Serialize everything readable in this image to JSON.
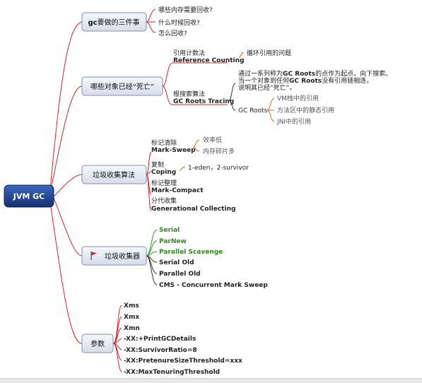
{
  "root": "JVM GC",
  "branches": {
    "gc_three": {
      "title_prefix": "gc",
      "title_rest": "要做的三件事",
      "items": [
        "哪些内存需要回收?",
        "什么时候回收?",
        "怎么回收?"
      ]
    },
    "dead_objects": {
      "title": "哪些对象已经“死亡”",
      "ref_count": {
        "cn": "引用计数法",
        "en": "Reference Counting",
        "problem": "循环引用的问题"
      },
      "reachability": {
        "desc_line1": [
          {
            "t": "通过一系列称为",
            "b": false
          },
          {
            "t": "GC Roots",
            "b": true
          },
          {
            "t": "的点作为起点，向下搜索。",
            "b": false
          }
        ],
        "desc_line2": [
          {
            "t": "当一个对象到任何",
            "b": false
          },
          {
            "t": "GC Roots",
            "b": true
          },
          {
            "t": "没有引用链相连，",
            "b": false
          }
        ],
        "desc_line3": "说明其已经“死亡”。",
        "cn": "根搜索算法",
        "en": "GC Roots Tracing",
        "gc_roots_label": "GC Roots",
        "gc_roots_items": [
          "VM栈中的引用",
          "方法区中的静态引用",
          "JNI中的引用"
        ]
      }
    },
    "algorithms": {
      "title": "垃圾收集算法",
      "mark_sweep": {
        "cn": "标记清除",
        "en": "Mark-Sweep",
        "notes": [
          "效率低",
          "内存碎片多"
        ]
      },
      "copying": {
        "cn": "复制",
        "en": "Coping",
        "note": "1-eden，2-survivor"
      },
      "mark_compact": {
        "cn": "标记整理",
        "en": "Mark-Compact"
      },
      "generational": {
        "cn": "分代收集",
        "en": "Generational Collecting"
      }
    },
    "collectors": {
      "title": "垃圾收集器",
      "icon": "red-flag-icon",
      "green_items": [
        "Serial",
        "ParNew",
        "Parallel Scavenge"
      ],
      "black_items": [
        "Serial Old",
        "Parallel Old",
        "CMS - Concurrent Mark Sweep"
      ]
    },
    "params": {
      "title": "参数",
      "items": [
        "Xms",
        "Xmx",
        "Xmn",
        "-XX:+PrintGCDetails",
        "-XX:SurvivorRatio=8",
        "-XX:PretenureSizeThreshold=xxx",
        "-XX:MaxTenuringThreshold"
      ]
    }
  },
  "colors": {
    "main_branch": "#d9232e",
    "secondary_branch": "#2c6fbb",
    "collector_branch": "#2e9a1e",
    "note_branch": "#e06a1a",
    "root_fill": "#1f3f8f",
    "node_fill": "#e9eef6",
    "node_border": "#7d8fb0"
  }
}
